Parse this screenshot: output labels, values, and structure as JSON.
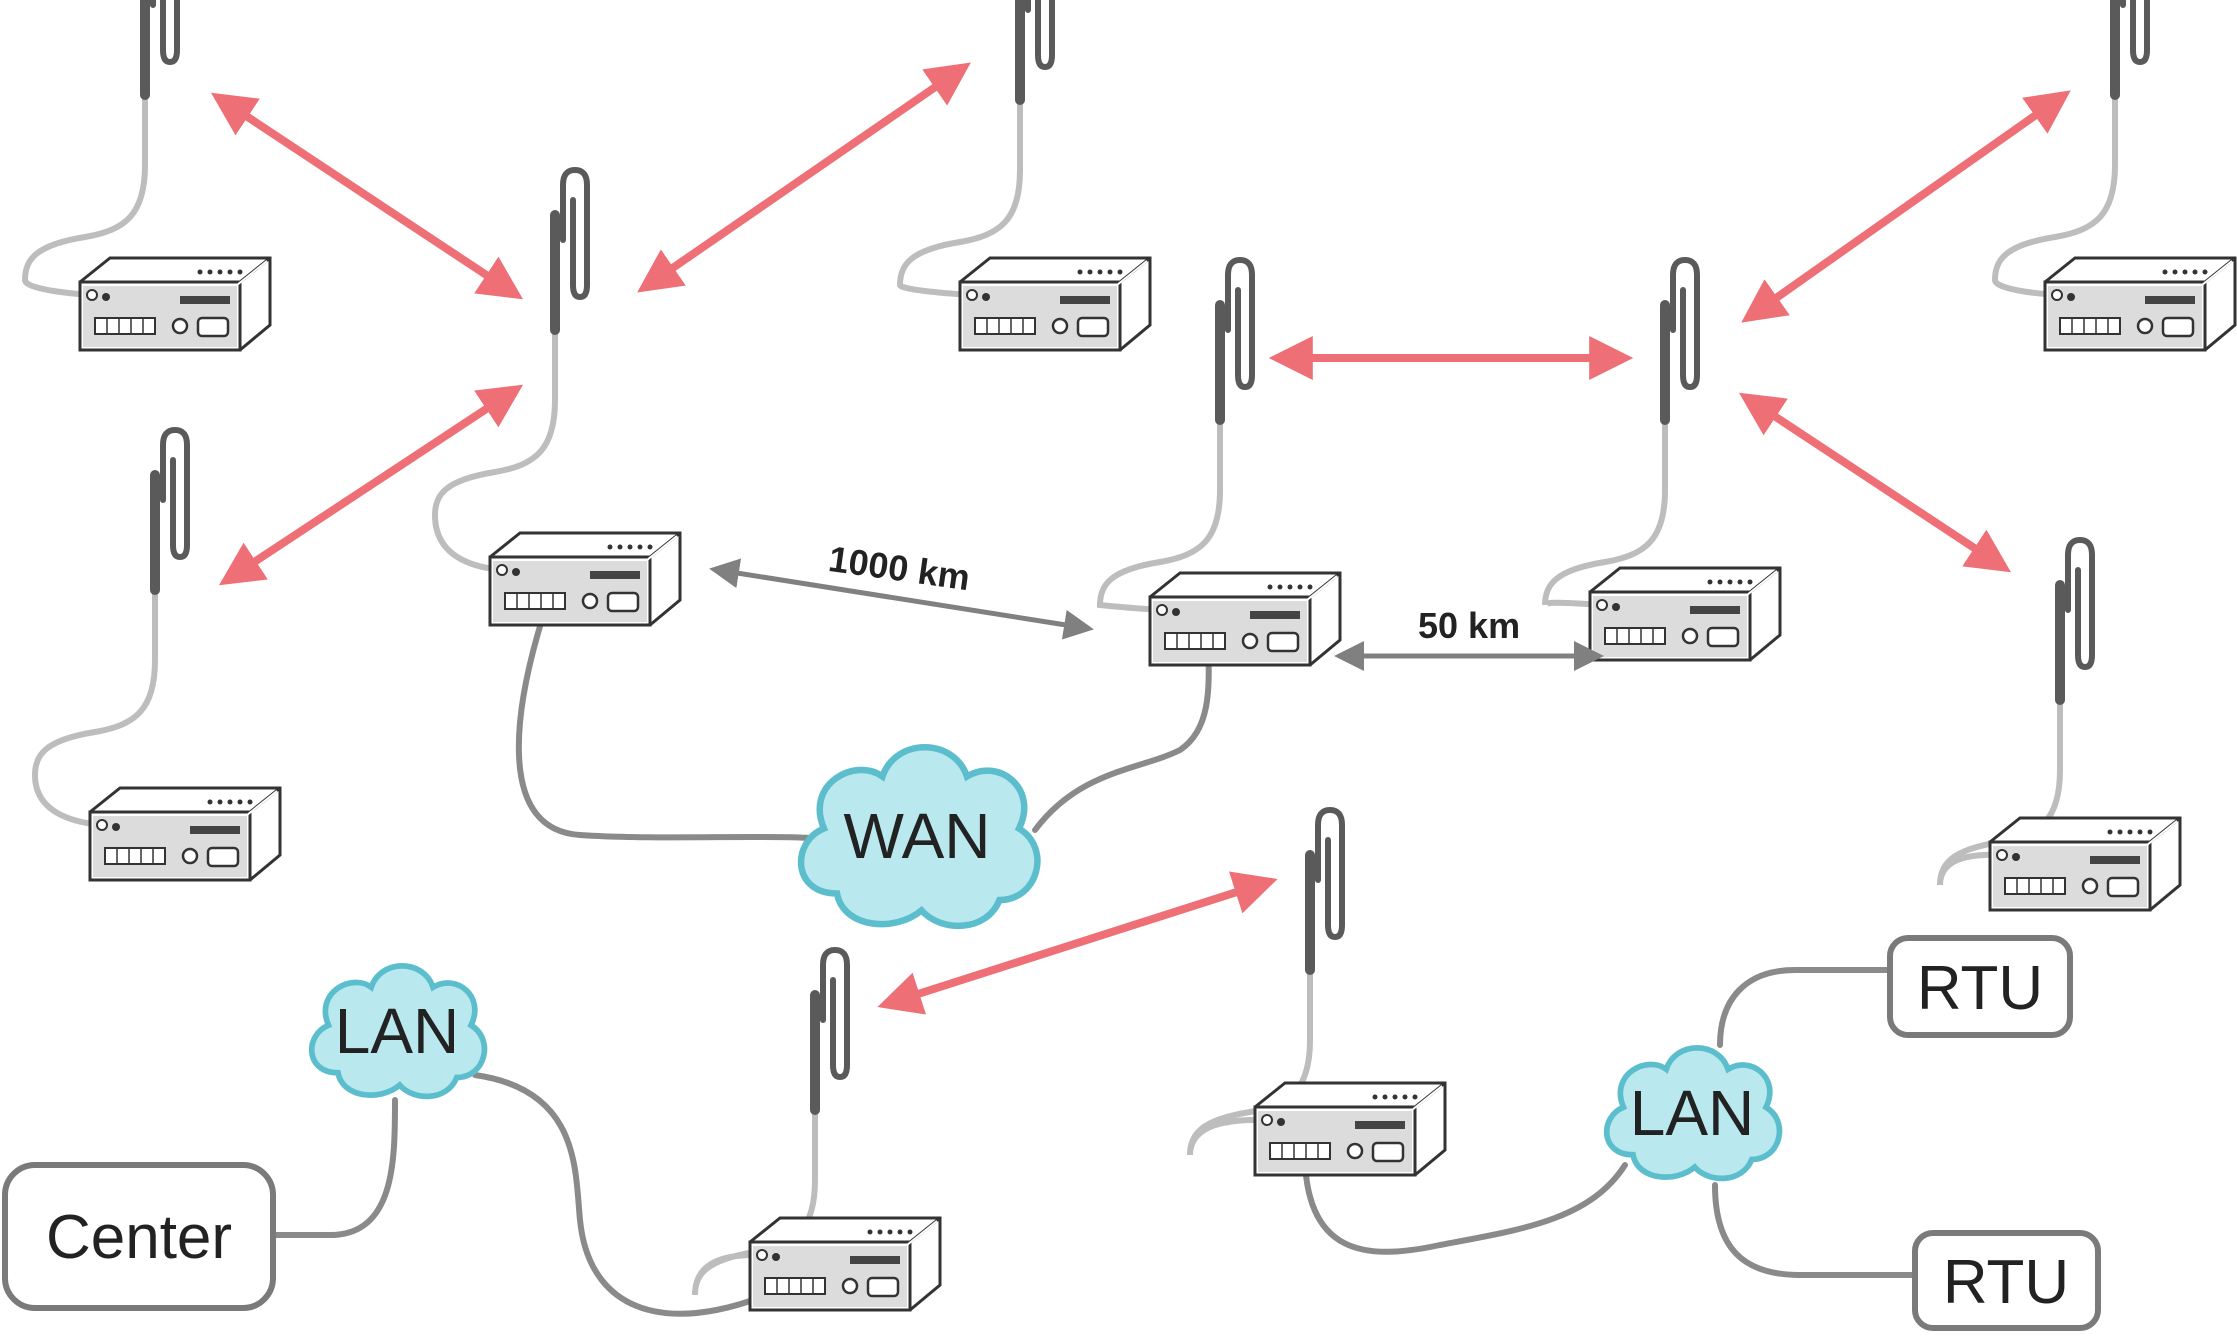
{
  "colors": {
    "radio_link": "#ee6f76",
    "distance_arrow": "#808080",
    "wire": "#8a8a8a",
    "cloud_fill": "#b9e9ee",
    "cloud_stroke": "#5cbecd",
    "box_stroke": "#7a7a7a",
    "antenna": "#5a5a5a",
    "antenna_cable": "#bdbdbd"
  },
  "icons": [
    "antenna-icon",
    "radio-modem-icon",
    "cloud-icon",
    "double-arrow-icon"
  ],
  "labels": {
    "wan": "WAN",
    "lan_left": "LAN",
    "lan_right": "LAN",
    "center": "Center",
    "rtu_top": "RTU",
    "rtu_bottom": "RTU",
    "distance_long": "1000 km",
    "distance_short": "50 km"
  }
}
